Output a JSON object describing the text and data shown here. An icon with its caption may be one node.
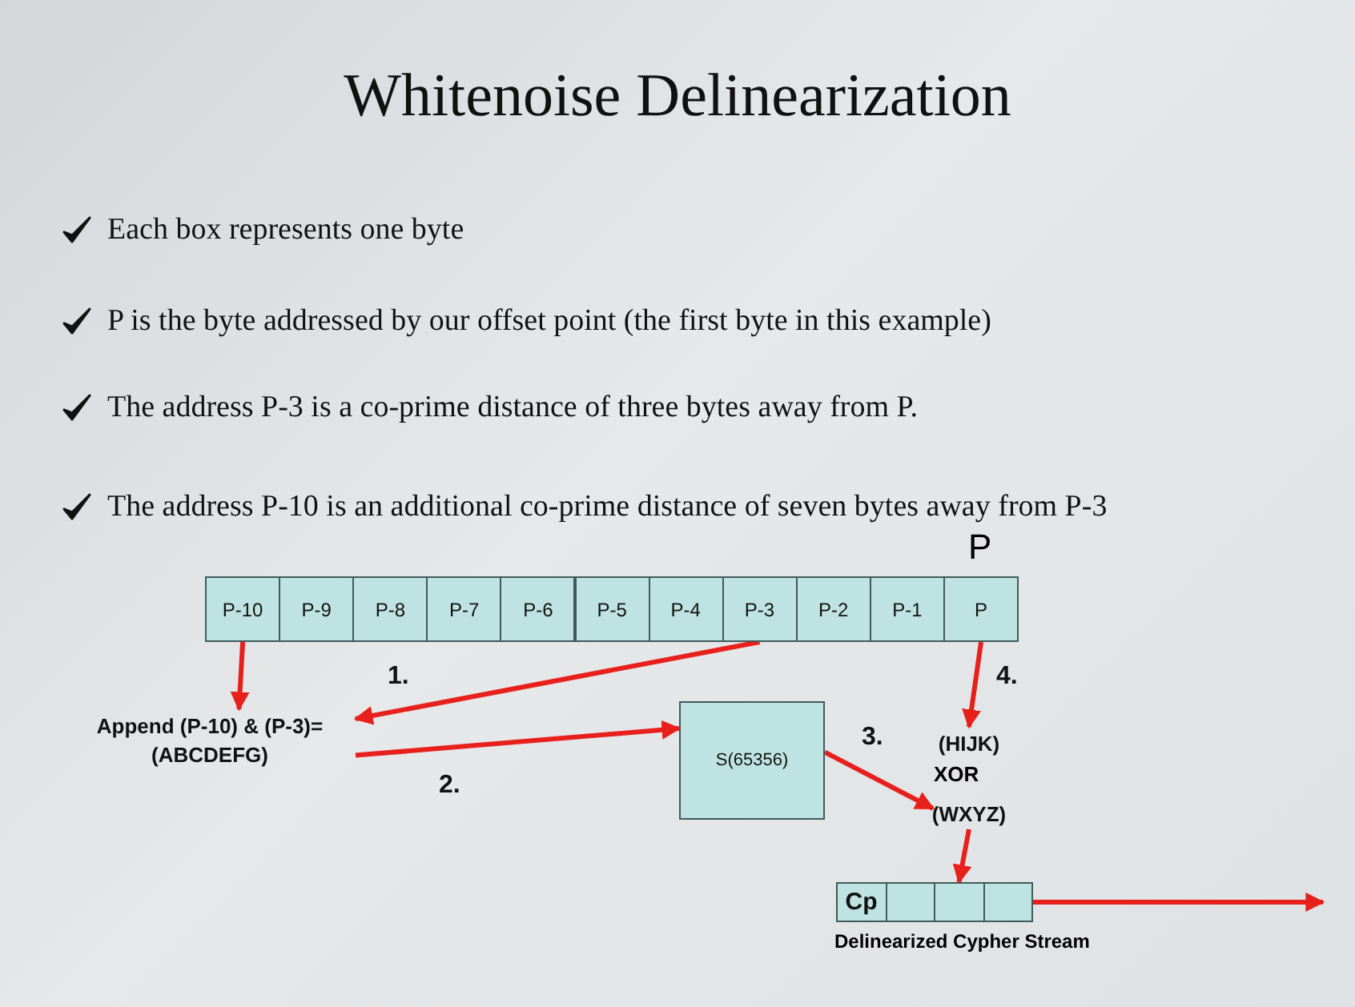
{
  "diagram": {
    "title": "Whitenoise Delinearization",
    "nodes": [
      {
        "text": [
          "P-10"
        ]
      },
      {
        "text": [
          "P-9"
        ]
      },
      {
        "text": [
          "P-8"
        ]
      },
      {
        "text": [
          "P-7"
        ]
      },
      {
        "text": [
          "P-6"
        ]
      },
      {
        "text": [
          "P-5"
        ]
      },
      {
        "text": [
          "P-4"
        ]
      },
      {
        "text": [
          "P-3"
        ]
      },
      {
        "text": [
          "P-2"
        ]
      },
      {
        "text": [
          "P-1"
        ]
      },
      {
        "text": [
          "P"
        ],
        "beside": [
          "P"
        ]
      },
      {
        "text": [
          "Append (P-10) & (P-3)= (ABCDEFG)"
        ]
      },
      {
        "text": [
          "S(65356)"
        ]
      },
      {
        "text": [
          "(HIJK)"
        ]
      },
      {
        "text": [
          "(WXYZ)"
        ]
      },
      {
        "text": [
          "Cp"
        ]
      },
      {
        "text": [],
        "shape": "box"
      },
      {
        "text": [],
        "shape": "box"
      },
      {
        "text": [],
        "shape": "box"
      }
    ],
    "edges": [
      {
        "from": 0,
        "to": 11,
        "arrow": "to"
      },
      {
        "from": 7,
        "to": 11,
        "arrow": "to",
        "label": "1."
      },
      {
        "from": 11,
        "to": 12,
        "arrow": "to",
        "label": "2."
      },
      {
        "from": 12,
        "to": 14,
        "arrow": "to",
        "label": "3."
      },
      {
        "from": 10,
        "to": 13,
        "arrow": "to",
        "label": "4."
      },
      {
        "from": 14,
        "to": 17,
        "arrow": "to"
      },
      {
        "from": 18,
        "to": null,
        "arrow": "to"
      }
    ],
    "labels": [
      "Each box represents one byte",
      "P is the byte addressed by our offset point (the first byte in this example)",
      "The address P-3 is a co-prime distance of three bytes away from P.",
      "The address  P-10 is an additional co-prime distance of seven bytes away from P-3",
      "XOR",
      "Delinearized Cypher Stream"
    ]
  }
}
